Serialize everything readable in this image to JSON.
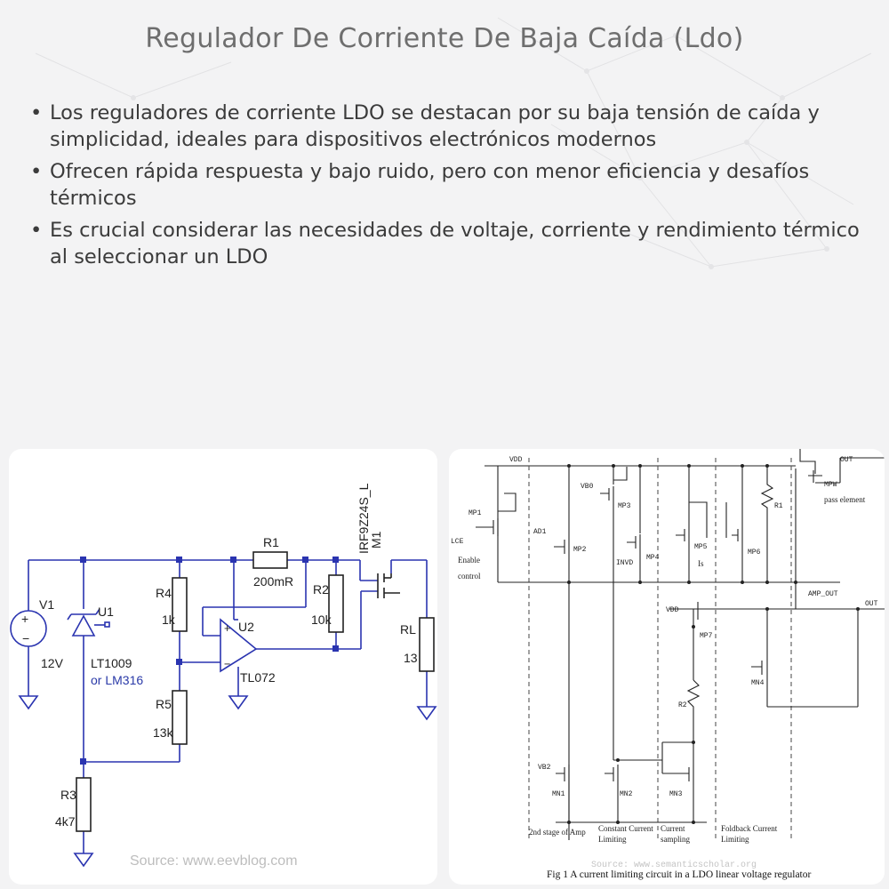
{
  "title": "Regulador De Corriente De Baja Caída (Ldo)",
  "bullets": [
    "Los reguladores de corriente LDO se destacan por su baja tensión de caída y simplicidad, ideales para dispositivos electrónicos modernos",
    "Ofrecen rápida respuesta y bajo ruido, pero con menor eficiencia y desafíos térmicos",
    "Es crucial considerar las necesidades de voltaje, corriente y rendimiento térmico al seleccionar un LDO"
  ],
  "left_diagram": {
    "source": "Source: www.eevblog.com",
    "labels": {
      "v1": "V1",
      "v1_val": "12V",
      "u1": "U1",
      "u1_part": "LT1009",
      "u1_alt": "or LM316",
      "r1": "R1",
      "r1_val": "200mR",
      "r2": "R2",
      "r2_val": "10k",
      "r3": "R3",
      "r3_val": "4k7",
      "r4": "R4",
      "r4_val": "1k",
      "r5": "R5",
      "r5_val": "13k",
      "u2": "U2",
      "u2_part": "TL072",
      "m1": "M1",
      "m1_part": "IRF9Z24S_L",
      "rl": "RL",
      "rl_val": "13",
      "plus": "+",
      "minus": "−"
    }
  },
  "right_diagram": {
    "caption": "Fig 1 A current limiting circuit in a LDO linear voltage regulator",
    "source": "Source: www.semanticscholar.org",
    "labels": {
      "vdd": "VDD",
      "vdd2": "VDD",
      "out": "OUT",
      "out2": "OUT",
      "mp1": "MP1",
      "mp2": "MP2",
      "mp3": "MP3",
      "mp4": "MP4",
      "mp5": "MP5",
      "mp6": "MP6",
      "mp7": "MP7",
      "mpw": "MPW",
      "pass_element": "pass element",
      "mn1": "MN1",
      "mn2": "MN2",
      "mn3": "MN3",
      "mn4": "MN4",
      "r1": "R1",
      "r2": "R2",
      "lce": "LCE",
      "enable": "Enable",
      "control": "control",
      "ad1": "AD1",
      "vb0": "VB0",
      "vb2": "VB2",
      "invd": "INVD",
      "amp_out": "AMP_OUT",
      "is": "Is",
      "sec1": "2nd stage of Amp",
      "sec2a": "Constant Current",
      "sec2b": "Limiting",
      "sec3a": "Current",
      "sec3b": "sampling",
      "sec4a": "Foldback Current",
      "sec4b": "Limiting"
    }
  },
  "colors": {
    "wire": "#2a34b0",
    "node": "#2a34b0",
    "title": "#6e6e6e",
    "text": "#3b3b3b"
  }
}
